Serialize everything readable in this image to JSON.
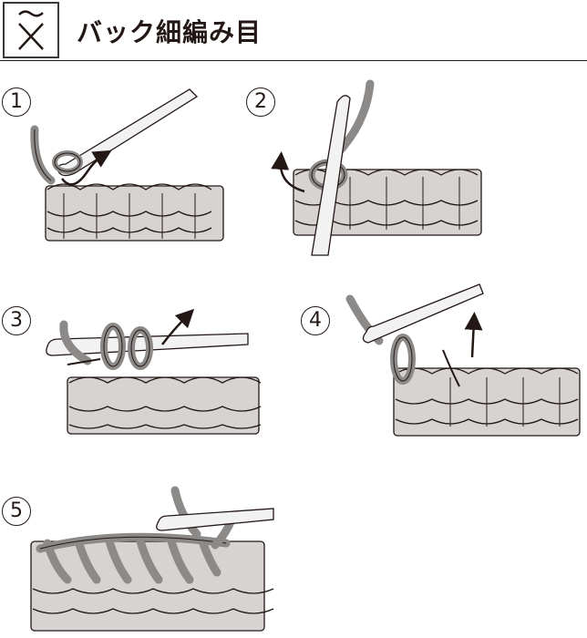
{
  "header": {
    "title": "バック細編み目"
  },
  "steps": [
    {
      "number": "1"
    },
    {
      "number": "2"
    },
    {
      "number": "3"
    },
    {
      "number": "4"
    },
    {
      "number": "5"
    }
  ],
  "colors": {
    "stitch_fill": "#d6d3d2",
    "yarn_fill": "#8c8a88",
    "hook_fill": "#f2f2f2",
    "line": "#231815",
    "arrow": "#231815"
  }
}
